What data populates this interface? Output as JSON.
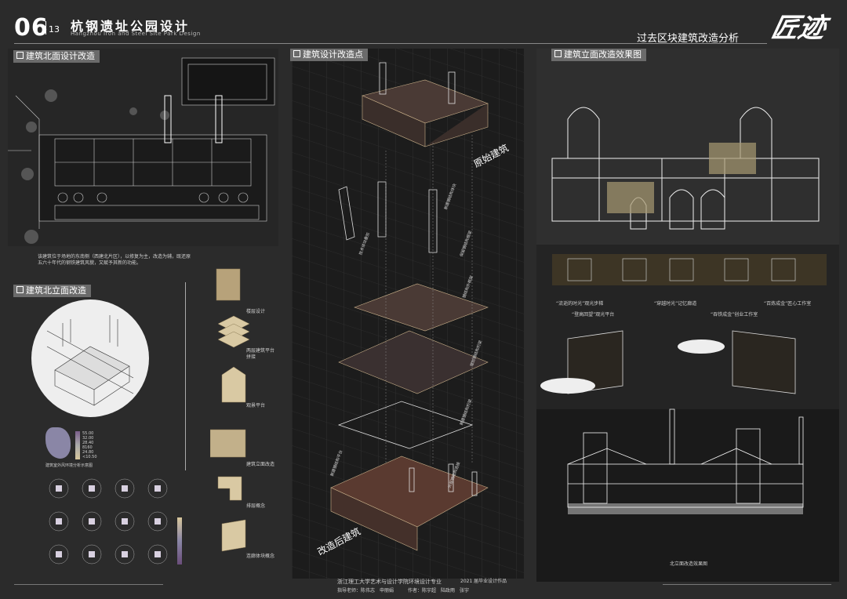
{
  "header": {
    "page_no": "06",
    "total": "13",
    "title_cn": "杭钢遗址公园设计",
    "title_en": "Hangzhou Iron and Steel Site Park Design",
    "section_title": "过去区块建筑改造分析",
    "logo_text": "匠迹"
  },
  "sections": {
    "plan": "建筑北面设计改造",
    "facade": "建筑北立面改造",
    "transform": "建筑设计改造点",
    "render": "建筑立面改造效果图"
  },
  "plan_desc": "该建筑位于场地的东南侧（西建北片区），以修复为主，改造为辅，既还原五六十年代的钢铁建筑风貌，又赋予其新的功能。",
  "wind_caption": "建筑室外风环境分析示意图",
  "legend_values": [
    "55.00",
    "32.00",
    "28.40",
    "8160",
    "24.80",
    "<10.50"
  ],
  "facade_steps": [
    "楼层设计",
    "两层建筑平台拼接",
    "观景平台",
    "建筑立面改造",
    "排层概念",
    "连廊体块概念"
  ],
  "center_labels": {
    "original": "原始建筑",
    "after": "改造后建筑",
    "tags": [
      "新建钢结构体块",
      "技术体块叠加",
      "保留钢结构框架",
      "钢结构外框架",
      "增加钢结构桁架",
      "新建钢结构桁架",
      "新建钢结构平台",
      "外部钢结构连接"
    ]
  },
  "render_tags": [
    "“流逝的时光”观光步梯",
    "“登高回望”观光平台",
    "“穿越时光”记忆廊道",
    "“吞铁成金”创业工作室",
    "“百炼成金”匠心工作室"
  ],
  "render_caption": "北立面改造效果图",
  "footer": {
    "school": "浙江理工大学艺术与设计学院环境设计专业",
    "year": "2021 届毕业设计作品",
    "advisor": "指导老师：陈伟志　申丽娟",
    "authors": "作者：陈宇超　陆政雨　张宇"
  },
  "colors": {
    "bg": "#2b2b2b",
    "panel": "#232323",
    "label_bg": "#6b6b6b",
    "accent": "#a07050"
  }
}
